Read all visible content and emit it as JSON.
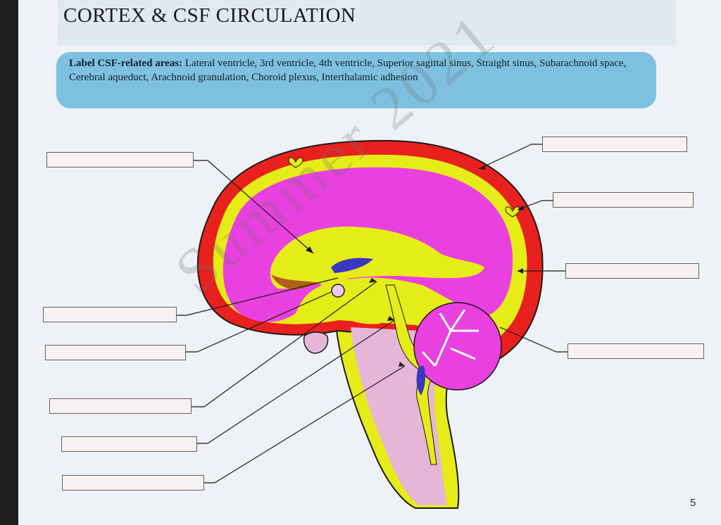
{
  "page": {
    "title": "CORTEX & CSF CIRCULATION",
    "instruction_heading": "Label CSF-related areas:",
    "instruction_terms": "Lateral ventricle, 3rd ventricle, 4th ventricle, Superior sagittal sinus, Straight sinus, Subarachnoid space, Cerebral aqueduct, Arachnoid granulation, Choroid plexus, Interthalamic adhesion",
    "watermark": "Summer 2021",
    "page_number": "5"
  },
  "colors": {
    "dura_sinus": "#e8201e",
    "csf_space": "#e6ec18",
    "cerebrum": "#e940e0",
    "brainstem": "#e6b6d8",
    "choroid_plexus": "#3a38c0",
    "ventricle_shadow": "#b06018",
    "instruction_bg": "#7ec0e0"
  }
}
